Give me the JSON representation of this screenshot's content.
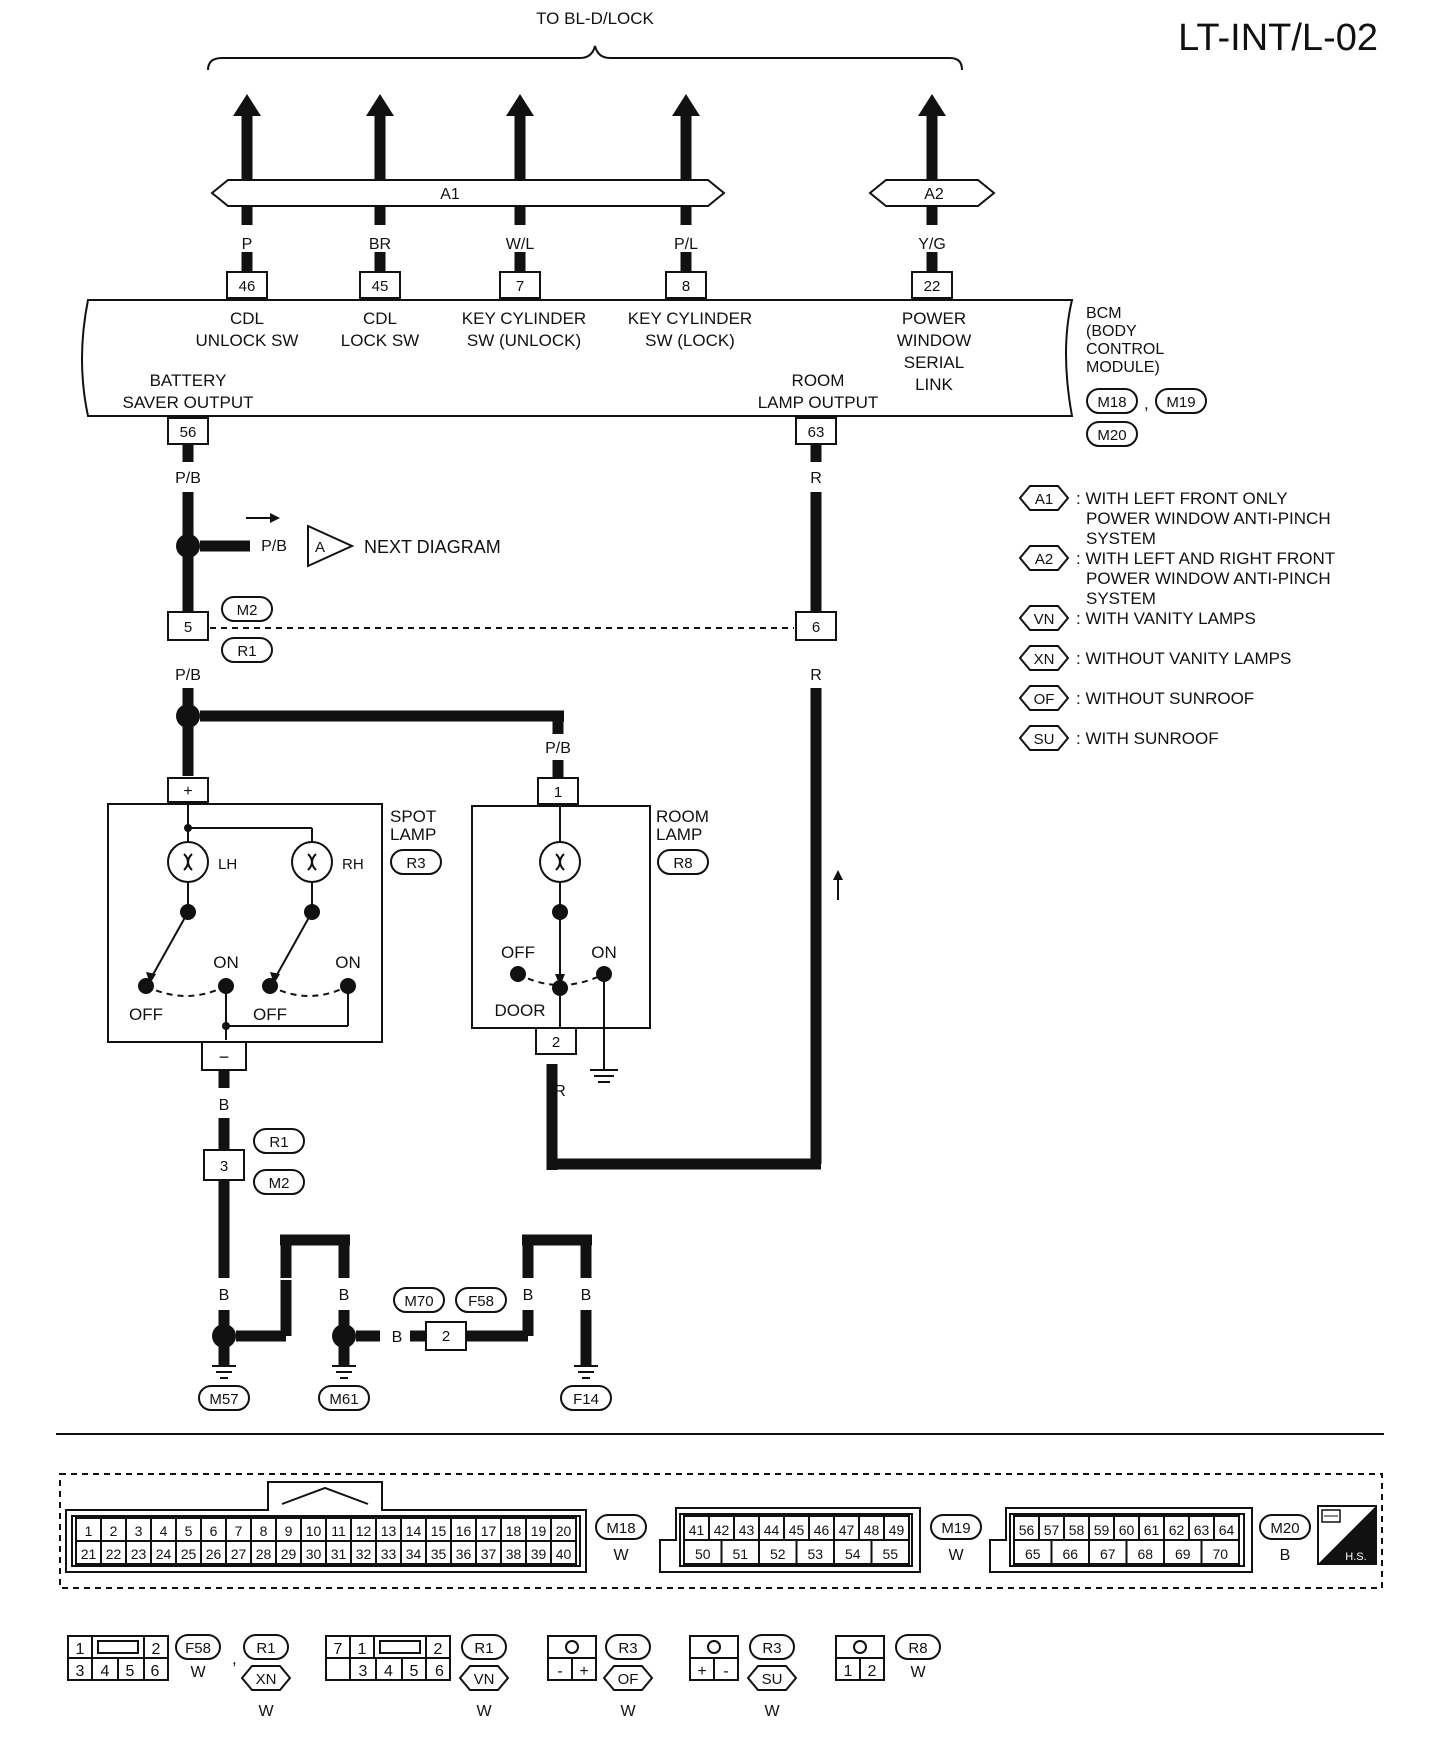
{
  "page_title": "LT-INT/L-02",
  "top_label": "TO BL-D/LOCK",
  "bus": {
    "a1": "A1",
    "a2": "A2"
  },
  "bcm": {
    "name_lines": [
      "BCM",
      "(BODY",
      "CONTROL",
      "MODULE)"
    ],
    "connectors": [
      "M18",
      "M19",
      "M20"
    ],
    "comma": ",",
    "pins": [
      {
        "wire": "P",
        "pin": "46",
        "label": [
          "CDL",
          "UNLOCK SW"
        ]
      },
      {
        "wire": "BR",
        "pin": "45",
        "label": [
          "CDL",
          "LOCK SW"
        ]
      },
      {
        "wire": "W/L",
        "pin": "7",
        "label": [
          "KEY CYLINDER",
          "SW (UNLOCK)"
        ]
      },
      {
        "wire": "P/L",
        "pin": "8",
        "label": [
          "KEY CYLINDER",
          "SW (LOCK)"
        ]
      },
      {
        "wire": "Y/G",
        "pin": "22",
        "label": [
          "POWER",
          "WINDOW",
          "SERIAL",
          "LINK"
        ]
      }
    ],
    "battery_saver": {
      "label": [
        "BATTERY",
        "SAVER OUTPUT"
      ],
      "pin": "56",
      "wire": "P/B"
    },
    "room_lamp_output": {
      "label": [
        "ROOM",
        "LAMP OUTPUT"
      ],
      "pin": "63",
      "wire": "R"
    }
  },
  "next_diagram": {
    "wire": "P/B",
    "tag": "A",
    "label": "NEXT DIAGRAM"
  },
  "junction_m2_r1": {
    "pin_left": "5",
    "pin_right": "6",
    "conn_top": "M2",
    "conn_bottom": "R1",
    "wire_left": "P/B",
    "wire_right": "R"
  },
  "room_feed_wire": "P/B",
  "spot_lamp": {
    "title": [
      "SPOT",
      "LAMP"
    ],
    "connector": "R3",
    "pin_plus": "+",
    "pin_minus": "−",
    "lh": "LH",
    "rh": "RH",
    "on": "ON",
    "off": "OFF",
    "out_wire": "B"
  },
  "room_lamp": {
    "title": [
      "ROOM",
      "LAMP"
    ],
    "connector": "R8",
    "pin_in": "1",
    "pin_out": "2",
    "off": "OFF",
    "on": "ON",
    "door": "DOOR",
    "out_wire": "R"
  },
  "ground_connector": {
    "pin": "3",
    "conn_top": "R1",
    "conn_bottom": "M2",
    "wire": "B"
  },
  "ground_wires": {
    "w1": "B",
    "w2": "B",
    "w3": "B",
    "w4": "B",
    "w5": "B",
    "w6": "B"
  },
  "ground_link": {
    "pin": "2",
    "conn_left": "M70",
    "conn_right": "F58"
  },
  "grounds": [
    "M57",
    "M61",
    "F14"
  ],
  "legend": [
    {
      "code": "A1",
      "lines": [
        ": WITH LEFT FRONT ONLY",
        "POWER WINDOW ANTI-PINCH",
        "SYSTEM"
      ]
    },
    {
      "code": "A2",
      "lines": [
        ": WITH LEFT AND RIGHT FRONT",
        "POWER WINDOW ANTI-PINCH",
        "SYSTEM"
      ]
    },
    {
      "code": "VN",
      "lines": [
        ": WITH VANITY LAMPS"
      ]
    },
    {
      "code": "XN",
      "lines": [
        ": WITHOUT VANITY LAMPS"
      ]
    },
    {
      "code": "OF",
      "lines": [
        ": WITHOUT SUNROOF"
      ]
    },
    {
      "code": "SU",
      "lines": [
        ": WITH SUNROOF"
      ]
    }
  ],
  "connector_views": {
    "m18": {
      "row1": [
        "1",
        "2",
        "3",
        "4",
        "5",
        "6",
        "7",
        "8",
        "9",
        "10",
        "11",
        "12",
        "13",
        "14",
        "15",
        "16",
        "17",
        "18",
        "19",
        "20"
      ],
      "row2": [
        "21",
        "22",
        "23",
        "24",
        "25",
        "26",
        "27",
        "28",
        "29",
        "30",
        "31",
        "32",
        "33",
        "34",
        "35",
        "36",
        "37",
        "38",
        "39",
        "40"
      ],
      "name": "M18",
      "color": "W"
    },
    "m19": {
      "row1": [
        "41",
        "42",
        "43",
        "44",
        "45",
        "46",
        "47",
        "48",
        "49"
      ],
      "row2": [
        "50",
        "51",
        "52",
        "53",
        "54",
        "55"
      ],
      "name": "M19",
      "color": "W"
    },
    "m20": {
      "row1": [
        "56",
        "57",
        "58",
        "59",
        "60",
        "61",
        "62",
        "63",
        "64"
      ],
      "row2": [
        "65",
        "66",
        "67",
        "68",
        "69",
        "70"
      ],
      "name": "M20",
      "color": "B"
    },
    "hs": "H.S."
  },
  "bottom_connectors": {
    "c1": {
      "top": [
        "1",
        "2"
      ],
      "bottom": [
        "3",
        "4",
        "5",
        "6"
      ],
      "name": "F58",
      "comma": ",",
      "color": "W",
      "name2": "R1",
      "opt": "XN",
      "color2": "W"
    },
    "c2": {
      "top": [
        "7",
        "1",
        "2"
      ],
      "bottom": [
        "3",
        "4",
        "5",
        "6"
      ],
      "name": "R1",
      "opt": "VN",
      "color": "W"
    },
    "c3": {
      "pins": [
        "-",
        "+"
      ],
      "name": "R3",
      "opt": "OF",
      "color": "W"
    },
    "c4": {
      "pins": [
        "+",
        "-"
      ],
      "name": "R3",
      "opt": "SU",
      "color": "W"
    },
    "c5": {
      "pins": [
        "1",
        "2"
      ],
      "name": "R8",
      "color": "W"
    }
  }
}
